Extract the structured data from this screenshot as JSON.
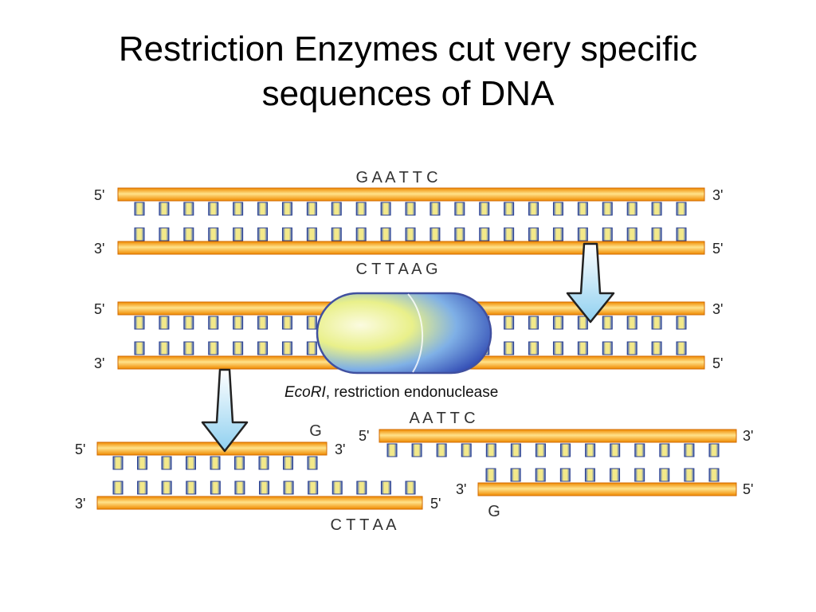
{
  "slide": {
    "title_line1": "Restriction Enzymes cut very specific",
    "title_line2": "sequences of DNA"
  },
  "diagram": {
    "top_sequence": "G A A T T C",
    "bottom_sequence": "C T T A A G",
    "enzyme_name": "EcoRI",
    "enzyme_desc": ", restriction endonuclease",
    "frag_left_top_end": "G",
    "frag_left_bottom_end": "C T T A A",
    "frag_right_top_end": "A A T T C",
    "frag_right_bottom_end": "G",
    "end_5": "5'",
    "end_3": "3'"
  },
  "colors": {
    "strand_outer": "#f08a00",
    "strand_inner": "#ffe28a",
    "base_blue": "#3355bb",
    "base_yellow": "#f3e98a",
    "arrow_fill": "#bfe6f7",
    "enzyme_edge": "#4050a0"
  }
}
